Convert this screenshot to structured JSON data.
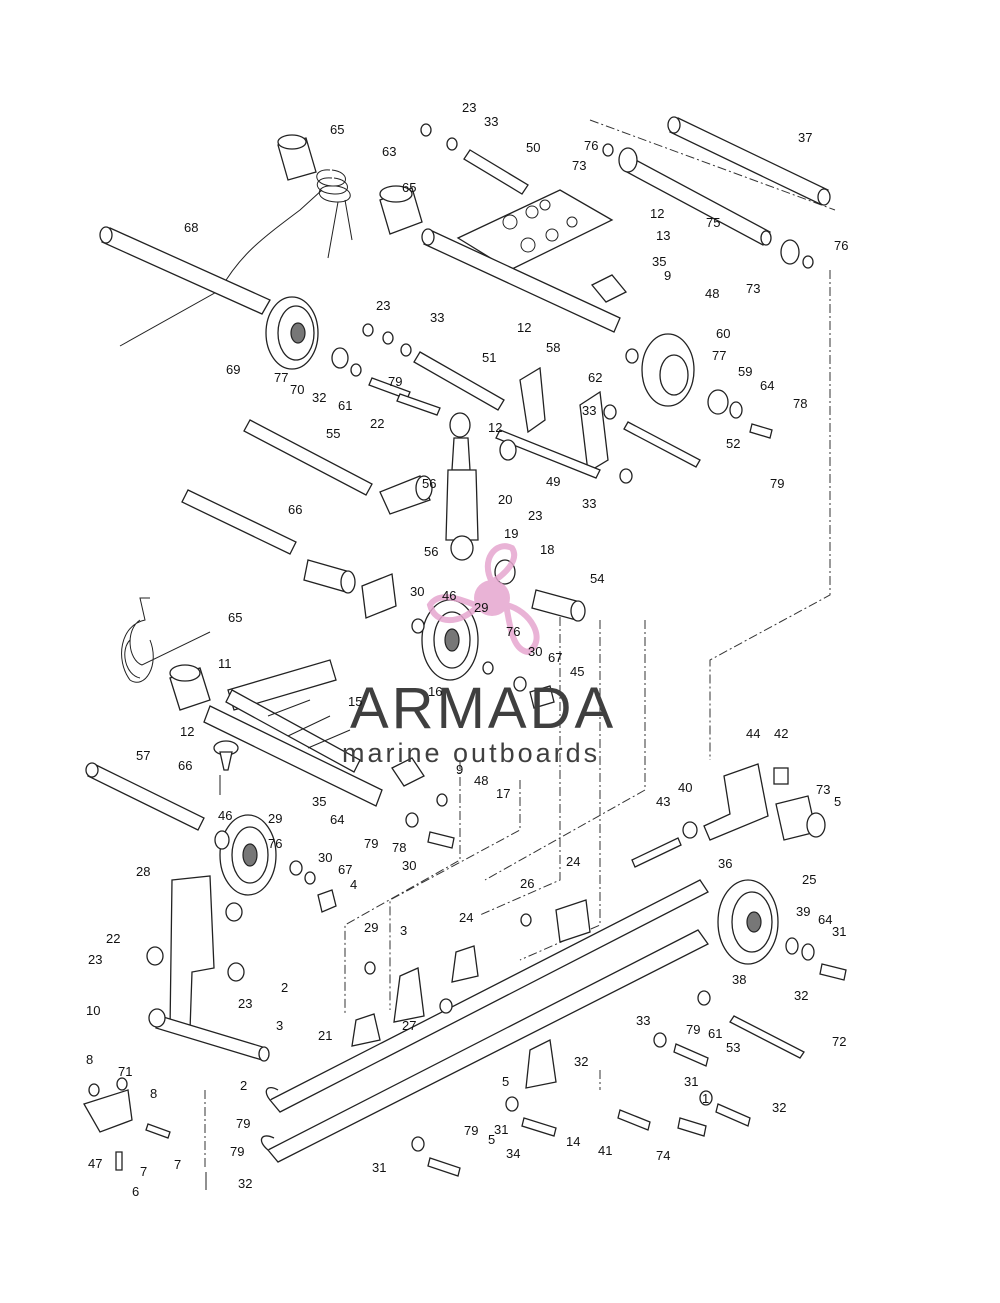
{
  "watermark": {
    "brand": "ARMADA",
    "tagline": "marine outboards",
    "logo_color": "#e6a6cf"
  },
  "callouts": [
    "23",
    "33",
    "50",
    "76",
    "73",
    "37",
    "65",
    "63",
    "12",
    "13",
    "68",
    "65",
    "35",
    "9",
    "48",
    "75",
    "73",
    "76",
    "23",
    "33",
    "12",
    "58",
    "69",
    "77",
    "70",
    "32",
    "79",
    "51",
    "60",
    "62",
    "77",
    "59",
    "64",
    "78",
    "61",
    "22",
    "33",
    "55",
    "12",
    "49",
    "52",
    "79",
    "56",
    "20",
    "23",
    "33",
    "66",
    "19",
    "18",
    "56",
    "54",
    "30",
    "46",
    "29",
    "76",
    "30",
    "67",
    "45",
    "65",
    "11",
    "15",
    "16",
    "12",
    "35",
    "9",
    "48",
    "17",
    "66",
    "57",
    "64",
    "79",
    "78",
    "30",
    "46",
    "29",
    "76",
    "30",
    "67",
    "4",
    "44",
    "42",
    "43",
    "40",
    "73",
    "5",
    "36",
    "25",
    "28",
    "26",
    "24",
    "22",
    "23",
    "2",
    "3",
    "24",
    "23",
    "29",
    "39",
    "64",
    "31",
    "10",
    "3",
    "21",
    "27",
    "33",
    "38",
    "32",
    "79",
    "61",
    "53",
    "72",
    "8",
    "71",
    "8",
    "2",
    "5",
    "32",
    "79",
    "31",
    "1",
    "32",
    "79",
    "31",
    "5",
    "34",
    "14",
    "41",
    "74",
    "47",
    "7",
    "7",
    "6",
    "32",
    "79",
    "31"
  ]
}
